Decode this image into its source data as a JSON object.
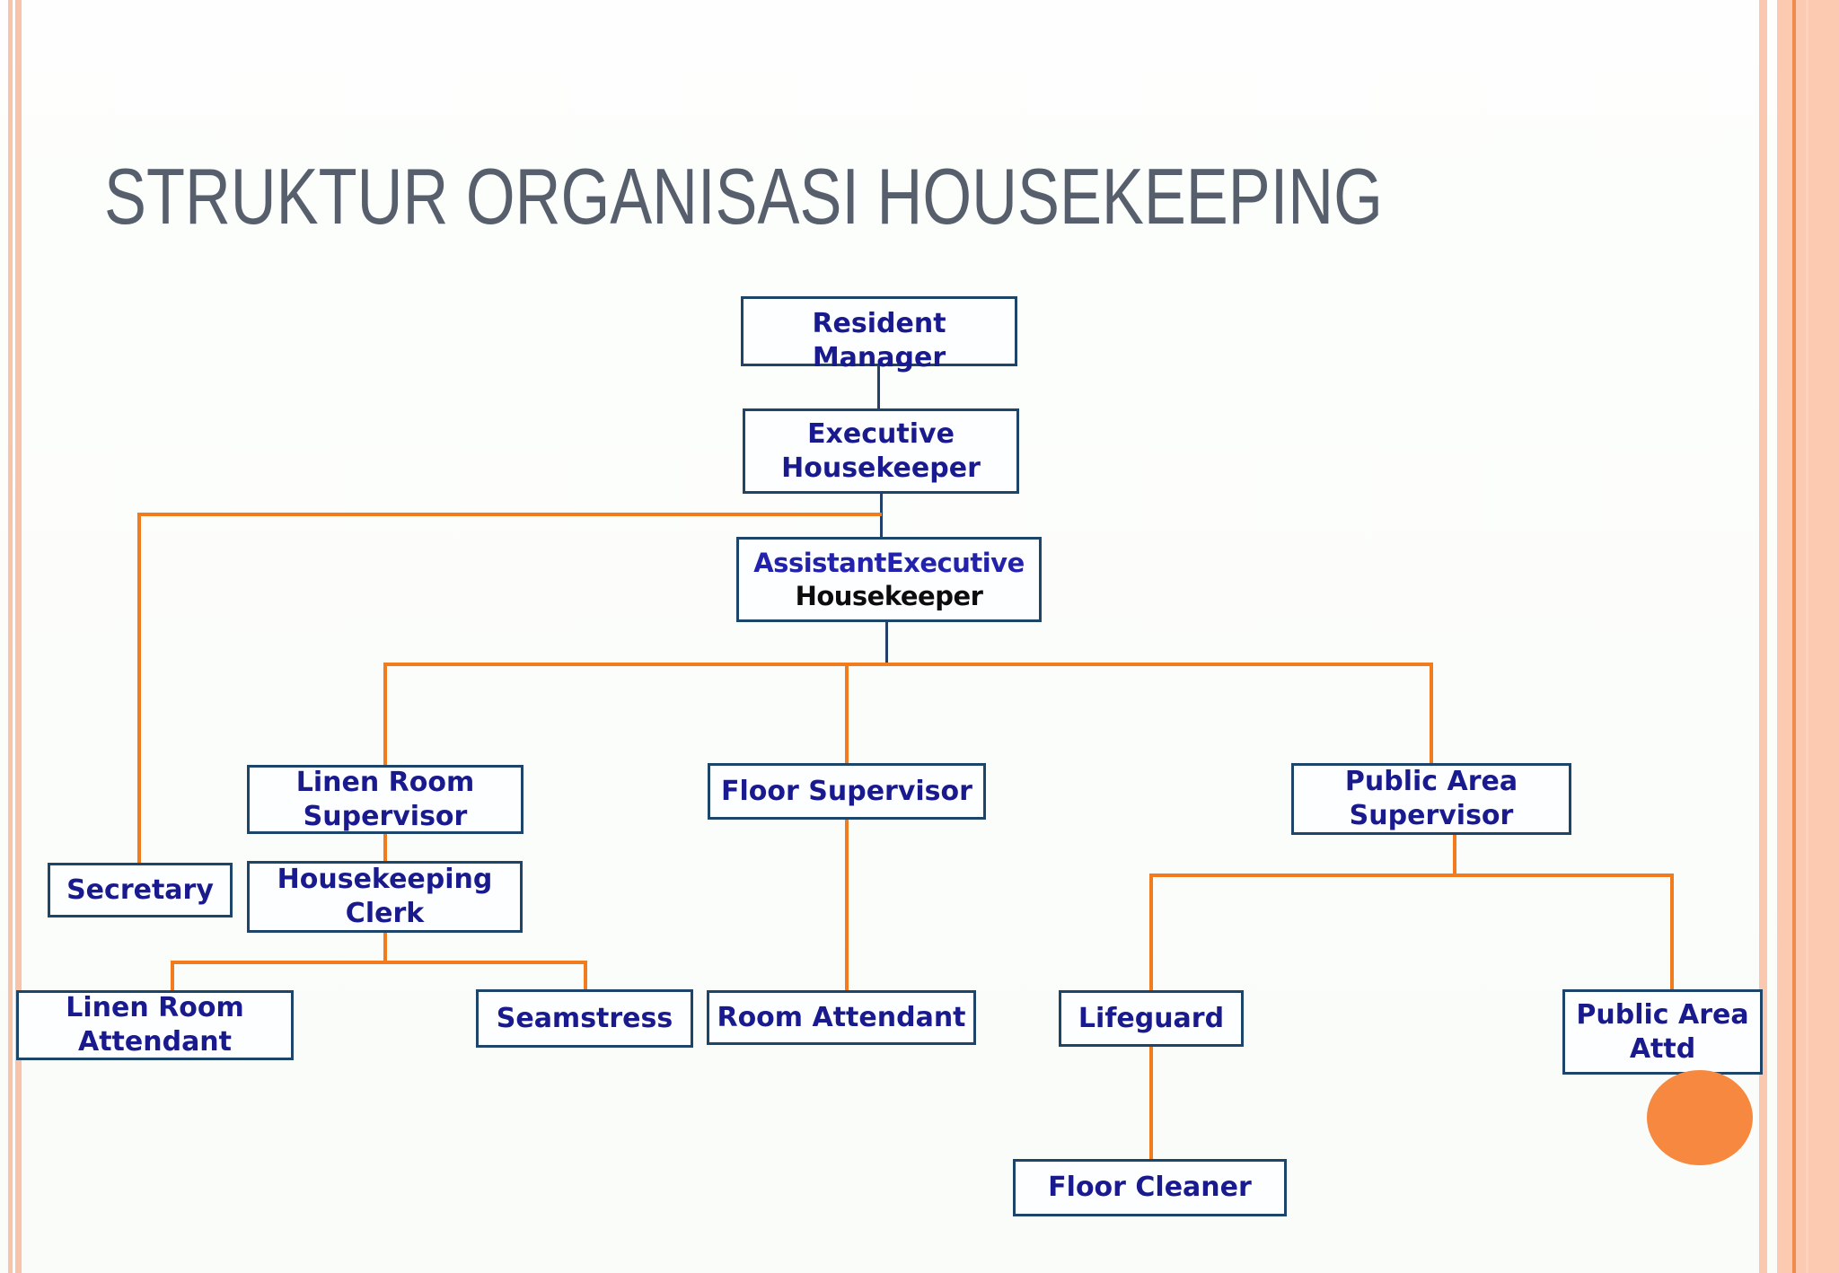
{
  "slide": {
    "title": "STRUKTUR ORGANISASI HOUSEKEEPING",
    "title_color": "#575f6d",
    "background": "#fcfdfb"
  },
  "theme": {
    "connector_orange": "#f07c1e",
    "connector_navy": "#23406b",
    "box_border": "#1d4569",
    "box_fill": "#fdfeff",
    "box_text": "#1a1a8f",
    "assistant_line1_color": "#2222ad",
    "assistant_line2_color": "#0c0c0c",
    "side_stripe": "#f8c3a8",
    "side_band": "#fbcab1",
    "side_band_dark_line": "#ee8b4d",
    "accent_circle": "#f6893f"
  },
  "org_chart": {
    "nodes": {
      "resident_manager": {
        "line1": "Resident Manager"
      },
      "executive_housekeeper": {
        "line1": "Executive",
        "line2": "Housekeeper"
      },
      "assistant_executive_housekeeper": {
        "line1": "AssistantExecutive",
        "line2": "Housekeeper"
      },
      "linen_room_supervisor": {
        "line1": "Linen Room",
        "line2": "Supervisor"
      },
      "floor_supervisor": {
        "line1": "Floor Supervisor"
      },
      "public_area_supervisor": {
        "line1": "Public Area",
        "line2": "Supervisor"
      },
      "secretary": {
        "line1": "Secretary"
      },
      "housekeeping_clerk": {
        "line1": "Housekeeping",
        "line2": "Clerk"
      },
      "linen_room_attendant": {
        "line1": "Linen Room",
        "line2": "Attendant"
      },
      "seamstress": {
        "line1": "Seamstress"
      },
      "room_attendant": {
        "line1": "Room Attendant"
      },
      "lifeguard": {
        "line1": "Lifeguard"
      },
      "public_area_attd": {
        "line1": "Public Area",
        "line2": "Attd"
      },
      "floor_cleaner": {
        "line1": "Floor Cleaner"
      }
    },
    "edges": [
      {
        "from": "resident_manager",
        "to": "executive_housekeeper",
        "color": "navy"
      },
      {
        "from": "executive_housekeeper",
        "to": "assistant_executive_housekeeper",
        "color": "navy"
      },
      {
        "from": "executive_housekeeper",
        "to": "secretary",
        "color": "orange"
      },
      {
        "from": "assistant_executive_housekeeper",
        "to": "linen_room_supervisor",
        "color": "orange"
      },
      {
        "from": "assistant_executive_housekeeper",
        "to": "floor_supervisor",
        "color": "orange"
      },
      {
        "from": "assistant_executive_housekeeper",
        "to": "public_area_supervisor",
        "color": "orange"
      },
      {
        "from": "linen_room_supervisor",
        "to": "housekeeping_clerk",
        "color": "orange"
      },
      {
        "from": "housekeeping_clerk",
        "to": "linen_room_attendant",
        "color": "orange"
      },
      {
        "from": "housekeeping_clerk",
        "to": "seamstress",
        "color": "orange"
      },
      {
        "from": "floor_supervisor",
        "to": "room_attendant",
        "color": "orange"
      },
      {
        "from": "public_area_supervisor",
        "to": "lifeguard",
        "color": "orange"
      },
      {
        "from": "public_area_supervisor",
        "to": "public_area_attd",
        "color": "orange"
      },
      {
        "from": "lifeguard",
        "to": "floor_cleaner",
        "color": "orange"
      }
    ]
  }
}
